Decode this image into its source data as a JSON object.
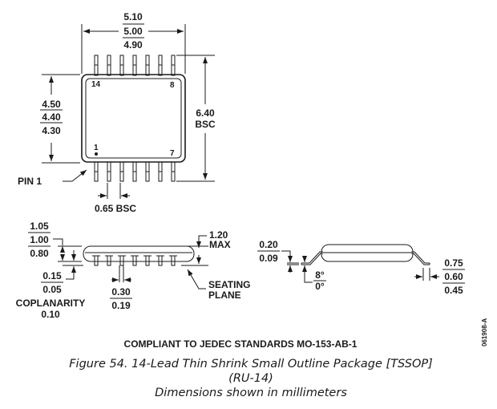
{
  "top_view": {
    "width_dim": [
      "5.10",
      "5.00",
      "4.90"
    ],
    "body_height_dim": [
      "4.50",
      "4.40",
      "4.30"
    ],
    "overall_width_dim": [
      "6.40",
      "BSC"
    ],
    "pitch_dim": "0.65 BSC",
    "pin_labels": {
      "top_left": "14",
      "top_right": "8",
      "bottom_left": "1",
      "bottom_right": "7"
    },
    "pin1_label": "PIN 1",
    "lead_count_per_side": 7
  },
  "side_view": {
    "body_thickness_dim": [
      "1.05",
      "1.00",
      "0.80"
    ],
    "standoff_dim": [
      "0.15",
      "0.05"
    ],
    "coplanarity_label": "COPLANARITY",
    "coplanarity_value": "0.10",
    "lead_width_dim": [
      "0.30",
      "0.19"
    ],
    "max_height_dim": [
      "1.20",
      "MAX"
    ],
    "seating_plane_label": [
      "SEATING",
      "PLANE"
    ]
  },
  "end_view": {
    "lead_thickness_dim": [
      "0.20",
      "0.09"
    ],
    "angle_dim": [
      "8°",
      "0°"
    ],
    "foot_length_dim": [
      "0.75",
      "0.60",
      "0.45"
    ]
  },
  "compliance_note": "COMPLIANT TO JEDEC STANDARDS MO-153-AB-1",
  "caption": {
    "line1": "Figure 54. 14-Lead Thin Shrink Small Outline Package [TSSOP]",
    "line2": "(RU-14)",
    "line3": "Dimensions shown in millimeters"
  },
  "drawing_id": "061908-A"
}
